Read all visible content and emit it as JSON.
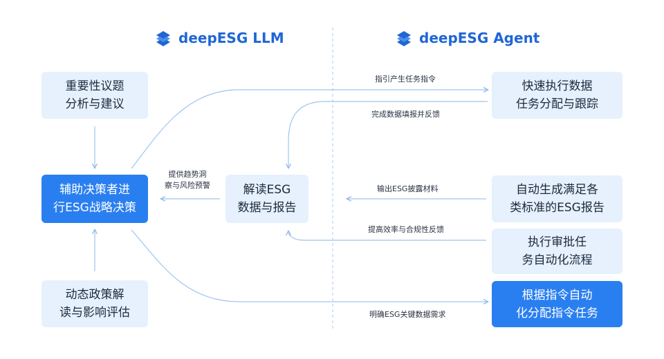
{
  "header": {
    "left_brand": "deepESG LLM",
    "right_brand": "deepESG Agent",
    "logo_icon": "layered-leaf-logo-icon"
  },
  "left_column": {
    "top": "重要性议题\n分析与建议",
    "middle": "辅助决策者进\n行ESG战略决策",
    "bottom": "动态政策解\n读与影响评估"
  },
  "center": {
    "box": "解读ESG\n数据与报告",
    "trend_label": "提供趋势洞\n察与风险预警"
  },
  "right_column": {
    "box1": "快速执行数据\n任务分配与跟踪",
    "box2": "自动生成满足各\n类标准的ESG报告",
    "box3": "执行审批任\n务自动化流程",
    "box4": "根据指令自动\n化分配指令任务"
  },
  "flow_labels": {
    "l1": "指引产生任务指令",
    "l2": "完成数据填报并反馈",
    "l3": "输出ESG披露材料",
    "l4": "提高效率与合规性反馈",
    "l5": "明确ESG关键数据需求"
  },
  "colors": {
    "brand_blue": "#1f66d6",
    "box_light": "#e6f1fd",
    "box_primary": "#2a7ff0",
    "line": "#9ec4ef",
    "divider": "#a9c9ee"
  }
}
